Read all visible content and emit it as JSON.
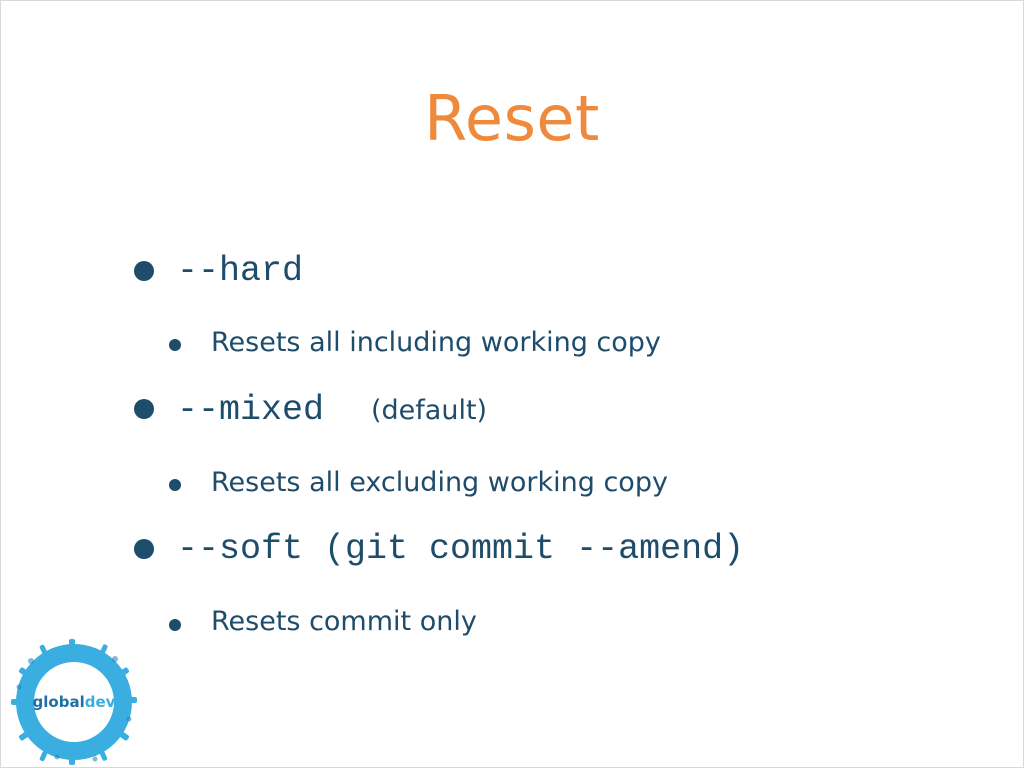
{
  "slide": {
    "title": "Reset",
    "items": [
      {
        "level": 1,
        "code": "--hard",
        "suffix": ""
      },
      {
        "level": 2,
        "text": "Resets all including working copy"
      },
      {
        "level": 1,
        "code": "--mixed",
        "suffix": "(default)"
      },
      {
        "level": 2,
        "text": "Resets all excluding working copy"
      },
      {
        "level": 1,
        "code": "--soft (git commit --amend)",
        "suffix": ""
      },
      {
        "level": 2,
        "text": "Resets commit only"
      }
    ]
  },
  "logo": {
    "part1": "global",
    "part2": "dev",
    "colors": {
      "ring": "#3aaee0",
      "ring_dark": "#1f7fb6",
      "inner": "#ffffff",
      "text": "#1f6fa8"
    }
  },
  "colors": {
    "title": "#ef8a3c",
    "text": "#1e4c6b",
    "bullet": "#1e4c6b"
  }
}
